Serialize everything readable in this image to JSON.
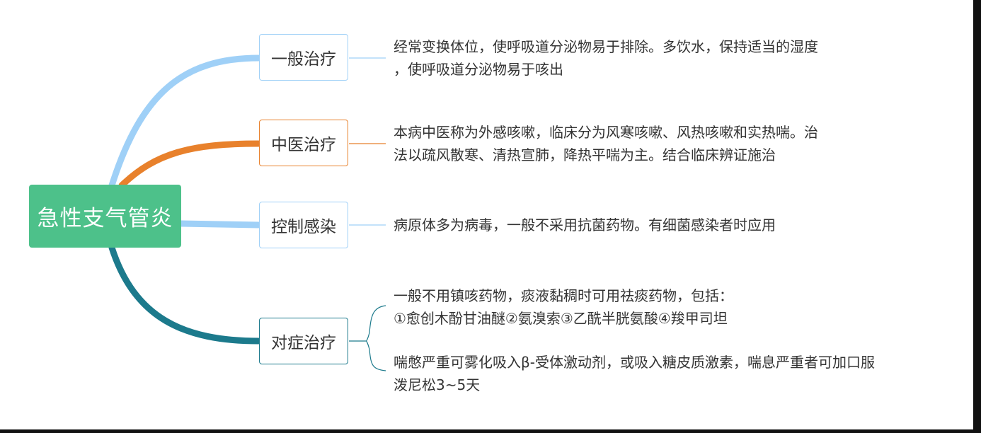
{
  "colors": {
    "root_fill": "#4dc18a",
    "branch_general": "#9fd0f7",
    "branch_tcm": "#e8812c",
    "branch_infection": "#9fd0f7",
    "branch_symptomatic": "#1c7a8c",
    "text": "#333333"
  },
  "root": {
    "label": "急性支气管炎"
  },
  "branches": [
    {
      "label": "一般治疗",
      "notes": [
        "经常变换体位，使呼吸道分泌物易于排除。多饮水，保持适当的湿度",
        "，使呼吸道分泌物易于咳出"
      ]
    },
    {
      "label": "中医治疗",
      "notes": [
        "本病中医称为外感咳嗽，临床分为风寒咳嗽、风热咳嗽和实热喘。治",
        "法以疏风散寒、清热宣肺，降热平喘为主。结合临床辨证施治"
      ]
    },
    {
      "label": "控制感染",
      "notes": [
        "病原体多为病毒，一般不采用抗菌药物。有细菌感染者时应用"
      ]
    },
    {
      "label": "对症治疗",
      "notes": [
        "一般不用镇咳药物，痰液黏稠时可用祛痰药物，包括：",
        "①愈创木酚甘油醚②氨溴索③乙酰半胱氨酸④羧甲司坦",
        "喘憋严重可雾化吸入β-受体激动剂，或吸入糖皮质激素，喘息严重者可加口服",
        "泼尼松3~5天"
      ]
    }
  ]
}
